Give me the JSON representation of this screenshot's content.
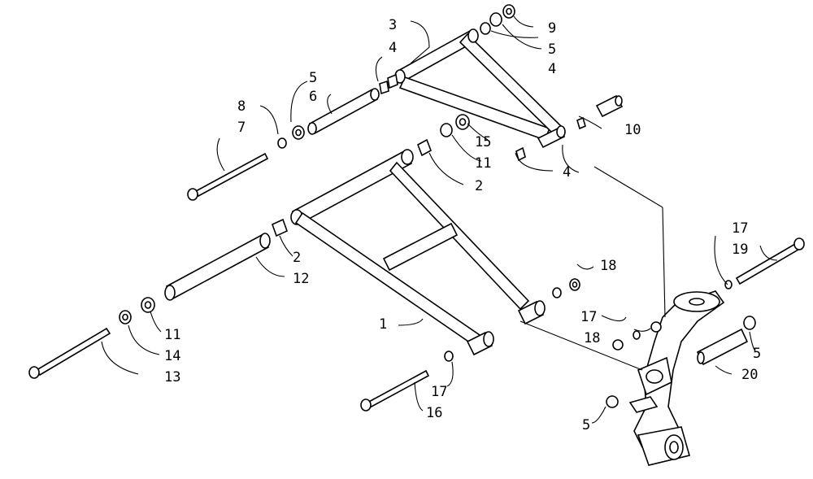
{
  "diagram": {
    "line_color": "#000000",
    "background": "#ffffff",
    "callouts": [
      {
        "id": "c-3",
        "text": "3"
      },
      {
        "id": "c-9",
        "text": "9"
      },
      {
        "id": "c-5a",
        "text": "5"
      },
      {
        "id": "c-4a",
        "text": "4"
      },
      {
        "id": "c-4b",
        "text": "4"
      },
      {
        "id": "c-5b",
        "text": "5"
      },
      {
        "id": "c-6",
        "text": "6"
      },
      {
        "id": "c-8",
        "text": "8"
      },
      {
        "id": "c-7",
        "text": "7"
      },
      {
        "id": "c-10",
        "text": "10"
      },
      {
        "id": "c-4c",
        "text": "4"
      },
      {
        "id": "c-15",
        "text": "15"
      },
      {
        "id": "c-11a",
        "text": "11"
      },
      {
        "id": "c-2a",
        "text": "2"
      },
      {
        "id": "c-2b",
        "text": "2"
      },
      {
        "id": "c-12",
        "text": "12"
      },
      {
        "id": "c-17a",
        "text": "17"
      },
      {
        "id": "c-19",
        "text": "19"
      },
      {
        "id": "c-18a",
        "text": "18"
      },
      {
        "id": "c-1",
        "text": "1"
      },
      {
        "id": "c-17b",
        "text": "17"
      },
      {
        "id": "c-18b",
        "text": "18"
      },
      {
        "id": "c-11b",
        "text": "11"
      },
      {
        "id": "c-14",
        "text": "14"
      },
      {
        "id": "c-13",
        "text": "13"
      },
      {
        "id": "c-5c",
        "text": "5"
      },
      {
        "id": "c-20",
        "text": "20"
      },
      {
        "id": "c-17c",
        "text": "17"
      },
      {
        "id": "c-16",
        "text": "16"
      },
      {
        "id": "c-5d",
        "text": "5"
      }
    ]
  }
}
